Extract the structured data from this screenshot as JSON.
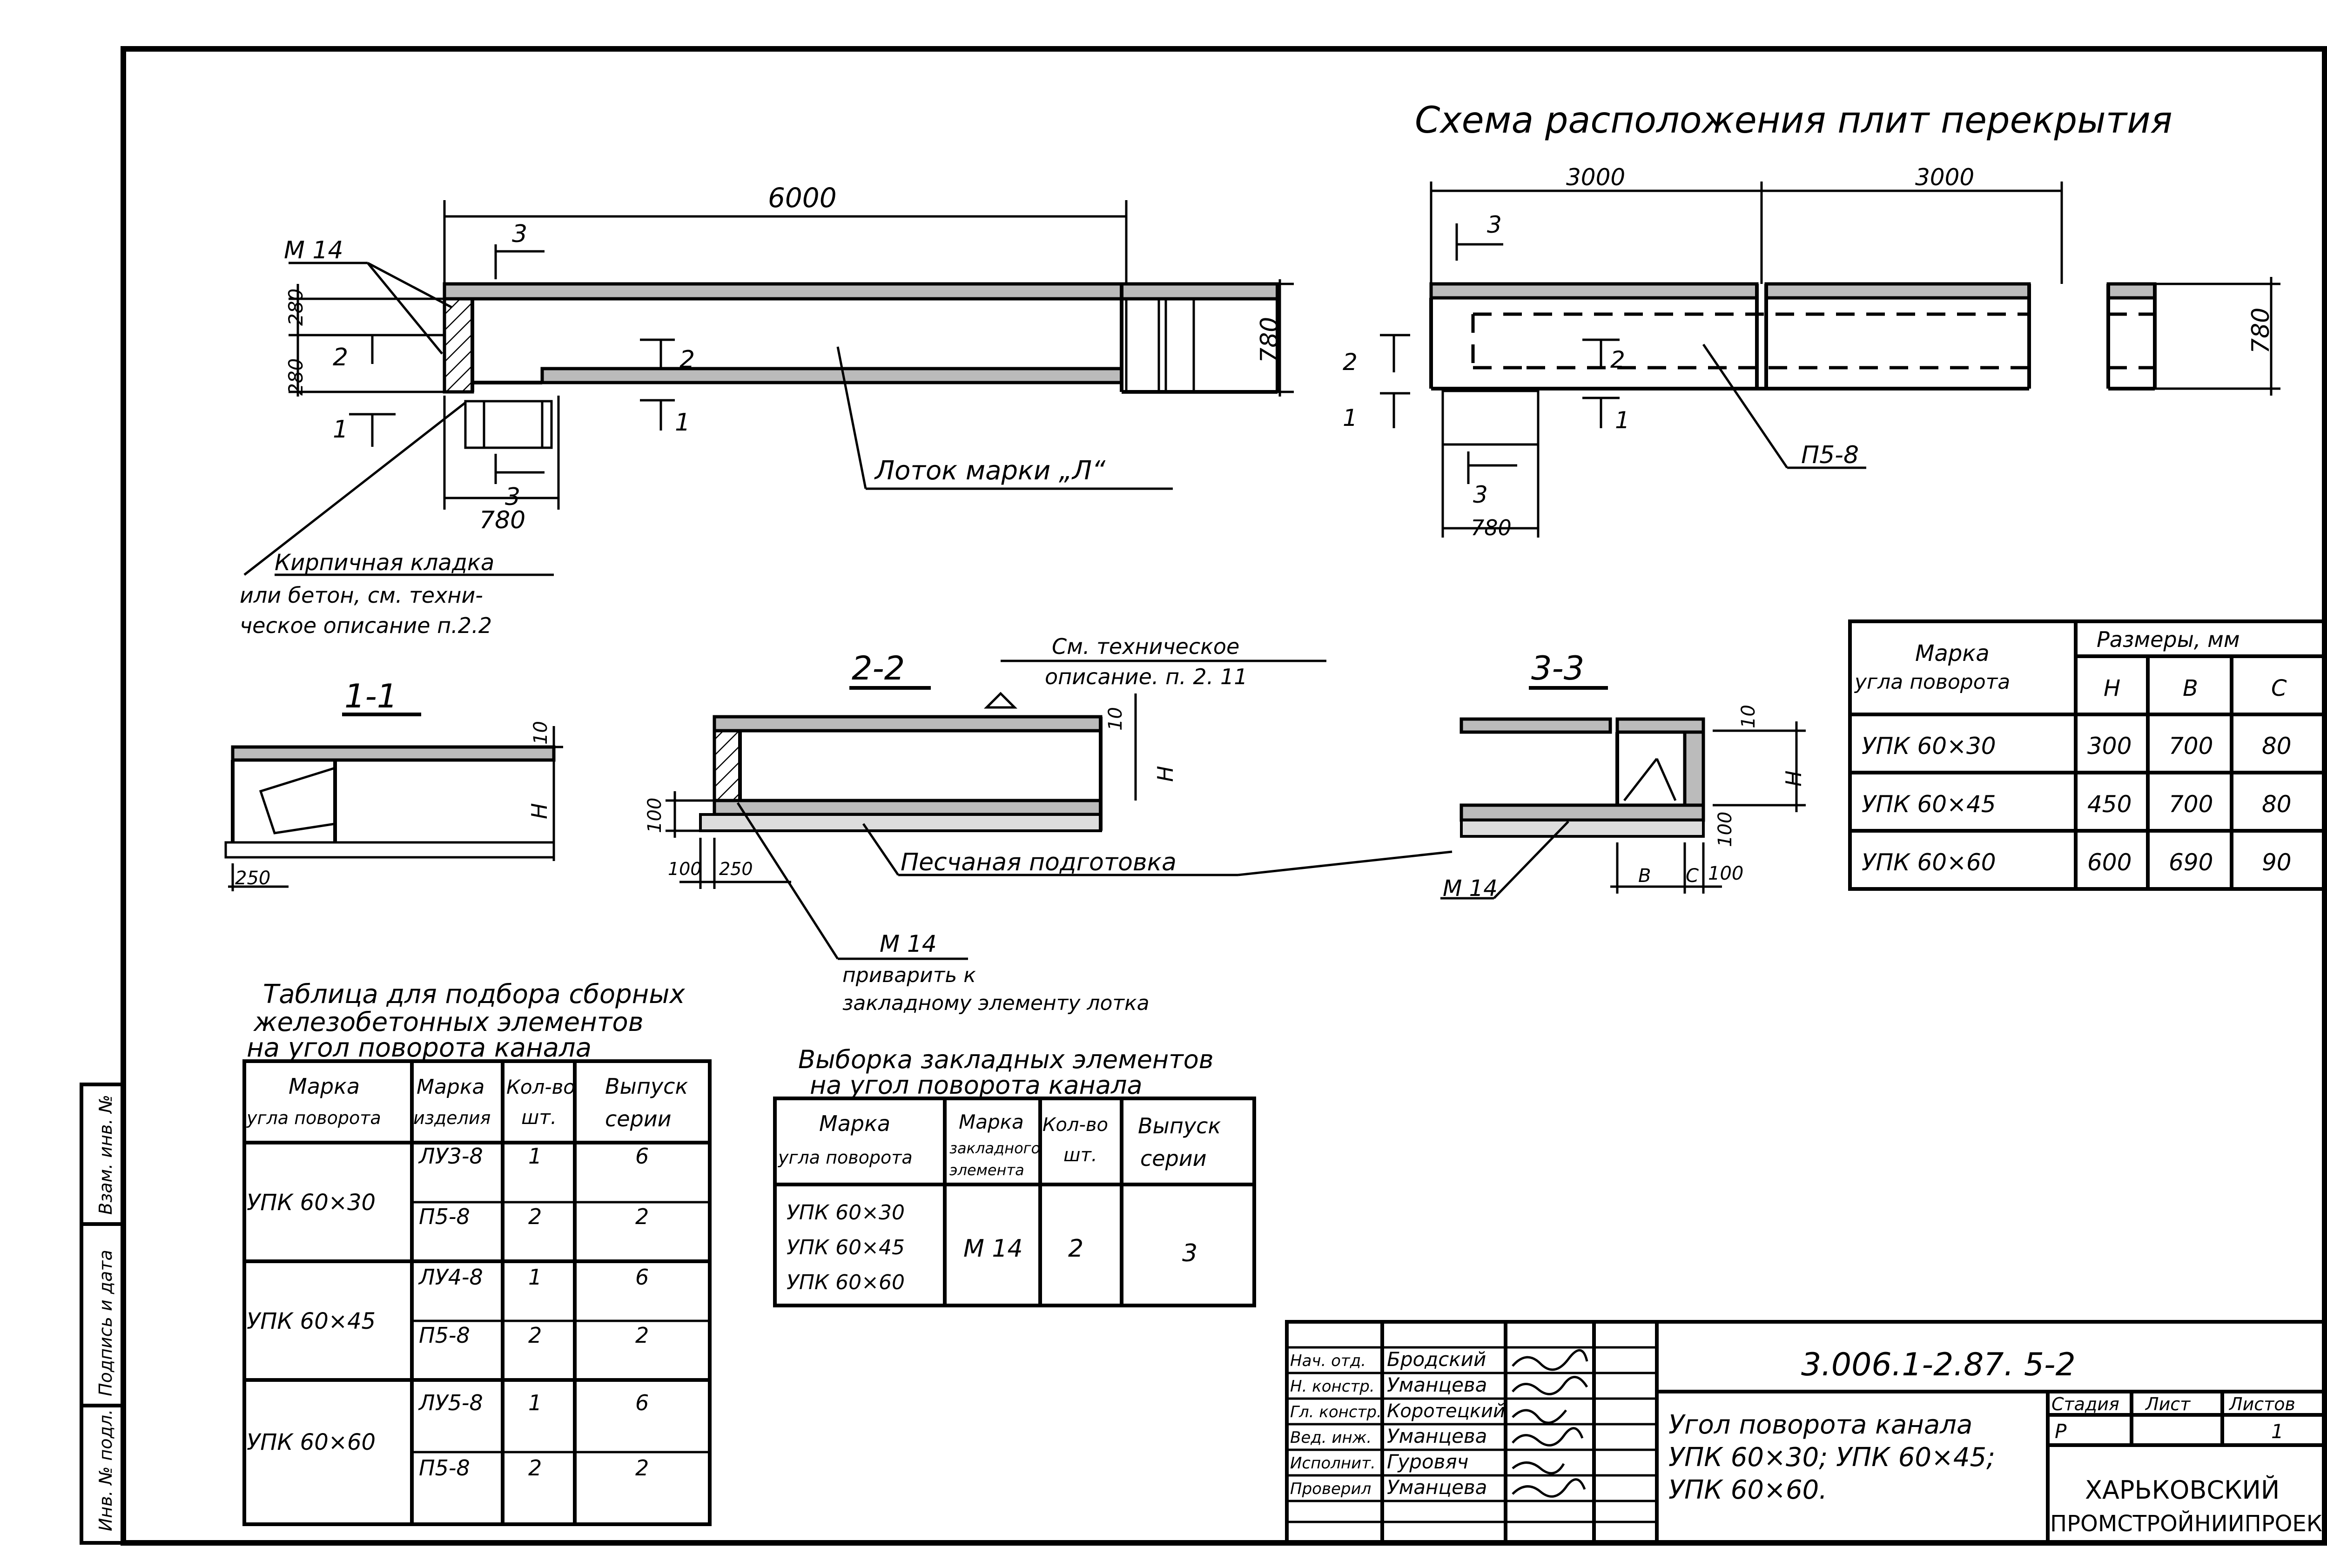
{
  "title": "Схема расположения плит перекрытия",
  "plan_left": {
    "dim_length": "6000",
    "dim_height": "780",
    "dim_bottom": "780",
    "dim_top_offset": "280",
    "dim_bottom_offset": "280",
    "mark_m14": "М 14",
    "tray_label": "Лоток марки „Л“",
    "brick_note": [
      "Кирпичная кладка",
      "или бетон, см. техни-",
      "ческое описание п.2.2"
    ],
    "cut_labels": [
      "1",
      "2",
      "3"
    ]
  },
  "plan_right": {
    "dim_left": "3000",
    "dim_right": "3000",
    "dim_height": "780",
    "dim_bottom": "780",
    "slab_label": "П5-8",
    "cut_labels": [
      "1",
      "2",
      "3"
    ]
  },
  "sections": {
    "s11": {
      "title": "1-1",
      "dim_h": "H",
      "dim_top": "10",
      "dim_bottom": "250"
    },
    "s22": {
      "title": "2-2",
      "note": [
        "См. техническое",
        "описание. п. 2. 11"
      ],
      "dim_h": "H",
      "dim_top": "10",
      "dim_left": "100",
      "dim_b1": "100",
      "dim_b2": "250",
      "sand_label": "Песчаная подготовка",
      "m14_label": "М 14",
      "weld_note": [
        "приварить к",
        "закладному элементу лотка"
      ]
    },
    "s33": {
      "title": "3-3",
      "dim_h": "H",
      "dim_top": "10",
      "dim_right": "100",
      "dim_b": "В",
      "dim_c": "С",
      "dim_100": "100",
      "m14_label": "М 14"
    }
  },
  "dims_table": {
    "header_mark": [
      "Марка",
      "угла поворота"
    ],
    "header_sizes": "Размеры, мм",
    "cols": [
      "Н",
      "В",
      "С"
    ],
    "rows": [
      {
        "mark": "УПК 60×30",
        "h": "300",
        "b": "700",
        "c": "80"
      },
      {
        "mark": "УПК 60×45",
        "h": "450",
        "b": "700",
        "c": "80"
      },
      {
        "mark": "УПК 60×60",
        "h": "600",
        "b": "690",
        "c": "90"
      }
    ]
  },
  "select_table": {
    "title": [
      "Таблица для подбора сборных",
      "железобетонных элементов",
      "на угол поворота канала"
    ],
    "headers": [
      [
        "Марка",
        "угла поворота"
      ],
      [
        "Марка",
        "изделия"
      ],
      [
        "Кол-во",
        "шт."
      ],
      [
        "Выпуск",
        "серии"
      ]
    ],
    "groups": [
      {
        "mark": "УПК 60×30",
        "items": [
          {
            "item": "ЛУ3-8",
            "qty": "1",
            "series": "6"
          },
          {
            "item": "П5-8",
            "qty": "2",
            "series": "2"
          }
        ]
      },
      {
        "mark": "УПК 60×45",
        "items": [
          {
            "item": "ЛУ4-8",
            "qty": "1",
            "series": "6"
          },
          {
            "item": "П5-8",
            "qty": "2",
            "series": "2"
          }
        ]
      },
      {
        "mark": "УПК 60×60",
        "items": [
          {
            "item": "ЛУ5-8",
            "qty": "1",
            "series": "6"
          },
          {
            "item": "П5-8",
            "qty": "2",
            "series": "2"
          }
        ]
      }
    ]
  },
  "embed_table": {
    "title": [
      "Выборка закладных элементов",
      "на угол поворота канала"
    ],
    "headers": [
      [
        "Марка",
        "угла поворота"
      ],
      [
        "Марка",
        "закладного",
        "элемента"
      ],
      [
        "Кол-во",
        "шт."
      ],
      [
        "Выпуск",
        "серии"
      ]
    ],
    "marks": [
      "УПК 60×30",
      "УПК 60×45",
      "УПК 60×60"
    ],
    "element": "М 14",
    "qty": "2",
    "series": "3"
  },
  "title_block": {
    "code": "3.006.1-2.87. 5-2",
    "roles": [
      {
        "role": "Нач. отд.",
        "name": "Бродский"
      },
      {
        "role": "Н. констр.",
        "name": "Уманцева"
      },
      {
        "role": "Гл. констр.",
        "name": "Коротецкий"
      },
      {
        "role": "Вед. инж.",
        "name": "Уманцева"
      },
      {
        "role": "Исполнит.",
        "name": "Гуровяч"
      },
      {
        "role": "Проверил",
        "name": "Уманцева"
      }
    ],
    "sheet_title": [
      "Угол поворота канала",
      "УПК 60×30; УПК 60×45;",
      "УПК 60×60."
    ],
    "stage_label": "Стадия",
    "sheet_label": "Лист",
    "sheets_label": "Листов",
    "stage": "Р",
    "sheets": "1",
    "org": [
      "ХАРЬКОВСКИЙ",
      "ПРОМСТРОЙНИИПРОЕКТ"
    ]
  },
  "side_stamp": [
    "Инв. № подл.",
    "Подпись и дата",
    "Взам. инв. №"
  ]
}
